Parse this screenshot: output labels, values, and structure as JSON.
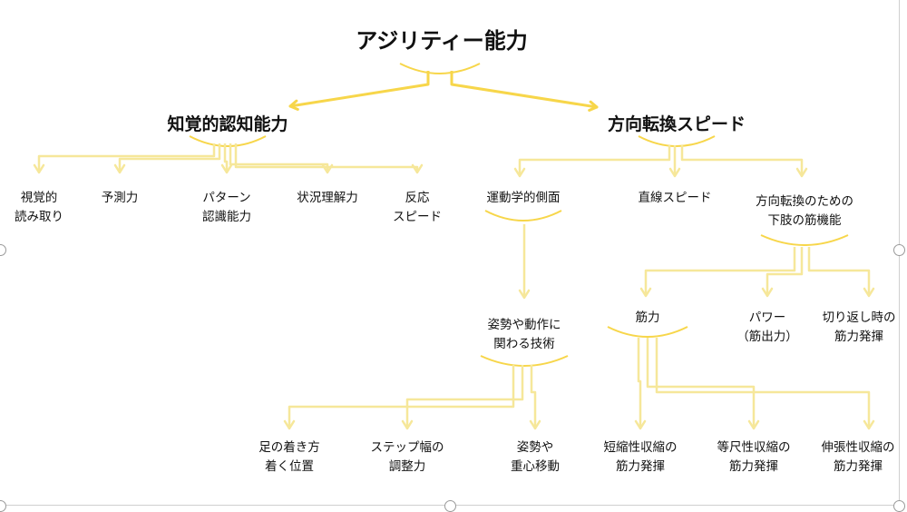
{
  "diagram": {
    "type": "tree",
    "connector_color": "#F7D64A",
    "root": "アジリティー能力",
    "level1": {
      "cognitive": "知覚的認知能力",
      "direction_change": "方向転換スピード"
    },
    "cognitive_children": [
      "視覚的\n読み取り",
      "予測力",
      "パターン\n認識能力",
      "状況理解力",
      "反応\nスピード"
    ],
    "direction_children": {
      "kinematic": "運動学的側面",
      "straight": "直線スピード",
      "lower_limb": "方向転換のための\n下肢の筋機能"
    },
    "technique": "姿勢や動作に\n関わる技術",
    "technique_children": [
      "足の着き方\n着く位置",
      "ステップ幅の\n調整力",
      "姿勢や\n重心移動"
    ],
    "lower_limb_children": {
      "strength": "筋力",
      "power": "パワー\n（筋出力）",
      "cutback": "切り返し時の\n筋力発揮"
    },
    "strength_children": [
      "短縮性収縮の\n筋力発揮",
      "等尺性収縮の\n筋力発揮",
      "伸張性収縮の\n筋力発揮"
    ]
  }
}
